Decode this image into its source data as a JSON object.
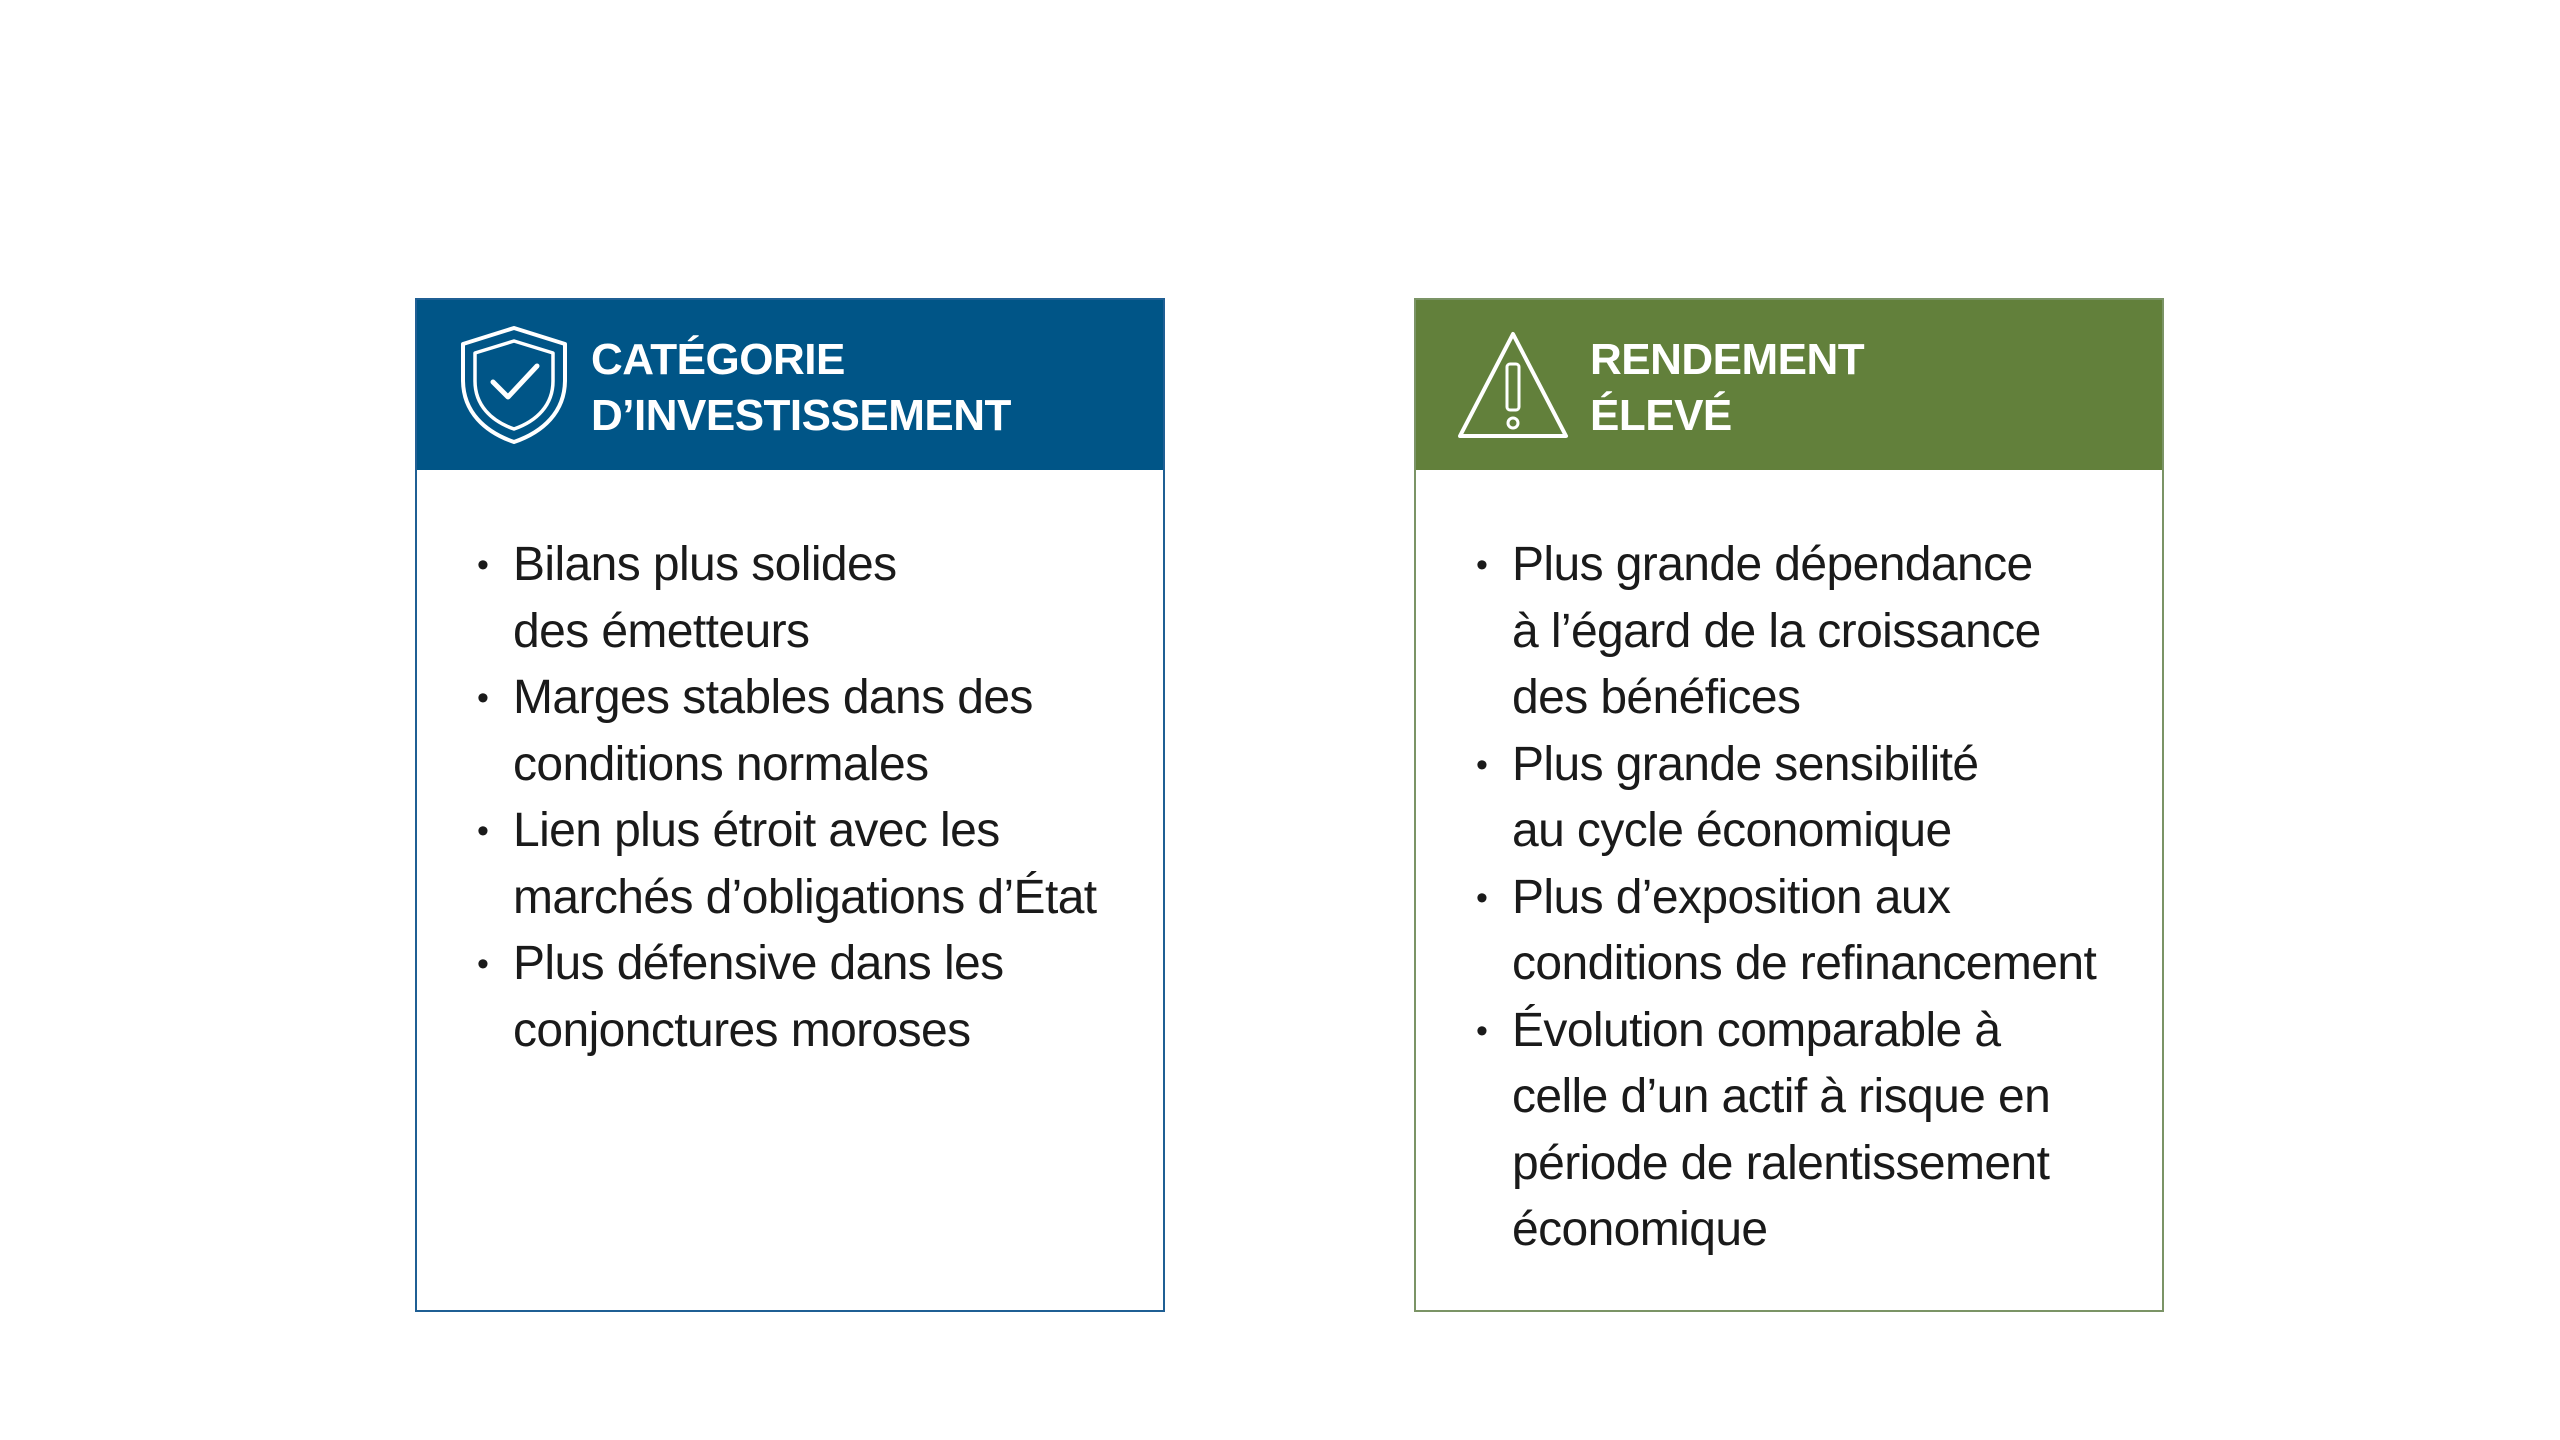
{
  "cards": [
    {
      "title_lines": [
        "CATÉGORIE",
        "D’INVESTISSEMENT"
      ],
      "icon": "shield-check-icon",
      "header_color": "#005587",
      "bullets": [
        [
          "Bilans plus solides",
          "des émetteurs"
        ],
        [
          "Marges stables dans des",
          "conditions normales"
        ],
        [
          "Lien plus étroit avec les",
          "marchés d’obligations d’État"
        ],
        [
          "Plus défensive dans les",
          "conjonctures moroses"
        ]
      ]
    },
    {
      "title_lines": [
        "RENDEMENT",
        "ÉLEVÉ"
      ],
      "icon": "warning-triangle-icon",
      "header_color": "#62803b",
      "bullets": [
        [
          "Plus grande dépendance",
          "à l’égard de la croissance",
          "des bénéfices"
        ],
        [
          "Plus grande sensibilité",
          "au cycle économique"
        ],
        [
          "Plus d’exposition aux",
          "conditions de refinancement"
        ],
        [
          "Évolution comparable à",
          "celle d’un actif à risque en",
          "période de ralentissement",
          "économique"
        ]
      ]
    }
  ]
}
